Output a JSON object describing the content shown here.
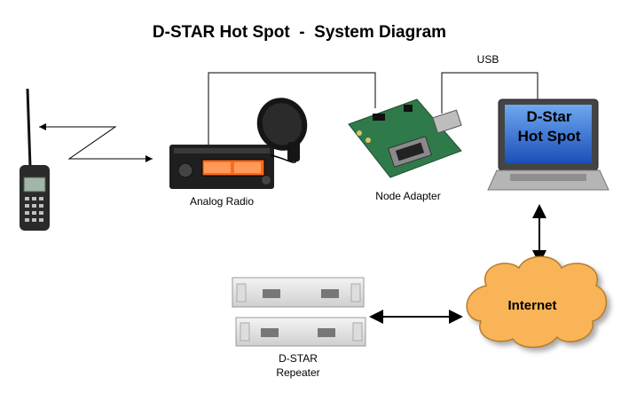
{
  "diagram": {
    "title": "D-STAR Hot Spot  -  System Diagram",
    "labels": {
      "usb": "USB",
      "analog_radio": "Analog Radio",
      "node_adapter": "Node Adapter",
      "repeater_line1": "D-STAR",
      "repeater_line2": "Repeater"
    },
    "laptop_screen": {
      "line1": "D-Star",
      "line2": "Hot Spot"
    },
    "internet_cloud": "Internet",
    "colors": {
      "screen_blue": "#2f6fd6",
      "cloud_orange": "#f9b458",
      "radio_display": "#ff6a1a",
      "pcb_green": "#2f7a4a"
    }
  }
}
